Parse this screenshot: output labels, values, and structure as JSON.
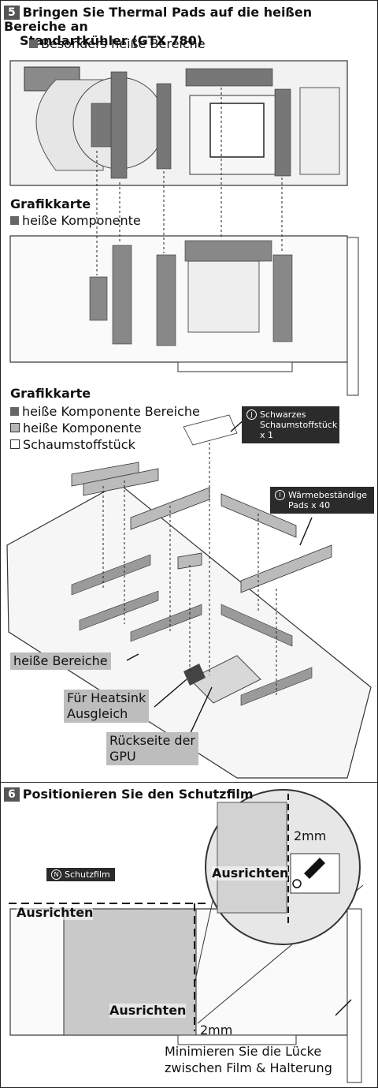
{
  "step5": {
    "number": "5",
    "title_line1": "Bringen Sie Thermal Pads auf die heißen Bereiche an",
    "title_line2": "Standartkühler (GTX 780)",
    "legend_hot_areas": "Besonders heiße Bereiche"
  },
  "card1": {
    "heading": "Grafikkarte",
    "legend_hot_component": "heiße Komponente"
  },
  "card2": {
    "heading": "Grafikkarte",
    "legend_hot_areas": "heiße Komponente Bereiche",
    "legend_hot_component": "heiße Komponente",
    "legend_foam": "Schaumstoffstück",
    "foam_tag_letter": "J",
    "foam_tag_line1": "Schwarzes",
    "foam_tag_line2": "Schaumstoffstück",
    "foam_tag_line3": "x 1",
    "pads_tag_letter": "I",
    "pads_tag_line1": "Wärmebeständige",
    "pads_tag_line2": "Pads x 40",
    "label_hot_areas": "heiße Bereiche",
    "label_heatsink_line1": "Für Heatsink",
    "label_heatsink_line2": "Ausgleich",
    "label_gpu_line1": "Rückseite der",
    "label_gpu_line2": "GPU"
  },
  "step6": {
    "number": "6",
    "title": "Positionieren Sie den Schutzfilm",
    "film_tag_letter": "N",
    "film_tag": "Schutzfilm",
    "gap_top": "2mm",
    "align_zoom": "Ausrichten",
    "align_left": "Ausrichten",
    "align_center": "Ausrichten",
    "gap_bottom": "2mm",
    "note_line1": "Minimieren Sie die Lücke",
    "note_line2": "zwischen Film & Halterung"
  }
}
